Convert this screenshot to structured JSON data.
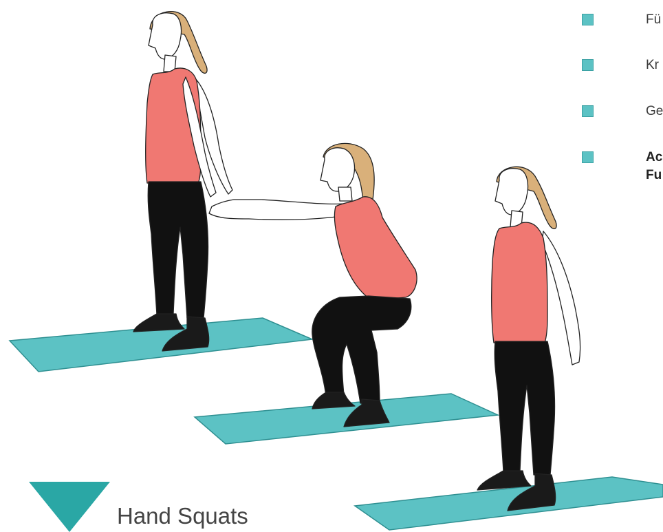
{
  "legend": {
    "items": [
      {
        "text": "Fü",
        "bold": false
      },
      {
        "text": "Kr",
        "bold": false
      },
      {
        "text": "Ge",
        "bold": false
      },
      {
        "text": "Ac\nFu",
        "bold": true
      }
    ]
  },
  "caption": {
    "label": "Hand Squats"
  },
  "colors": {
    "accent": "#5cc2c4",
    "mat": "#5cc2c4",
    "mat_border": "#2e8f91",
    "tank_top": "#f07872",
    "leggings": "#111111",
    "hair": "#d9b07a",
    "skin": "#ffffff",
    "shoes": "#1a1a1a"
  },
  "illustration": {
    "poses": [
      "standing",
      "squat",
      "standing"
    ]
  }
}
